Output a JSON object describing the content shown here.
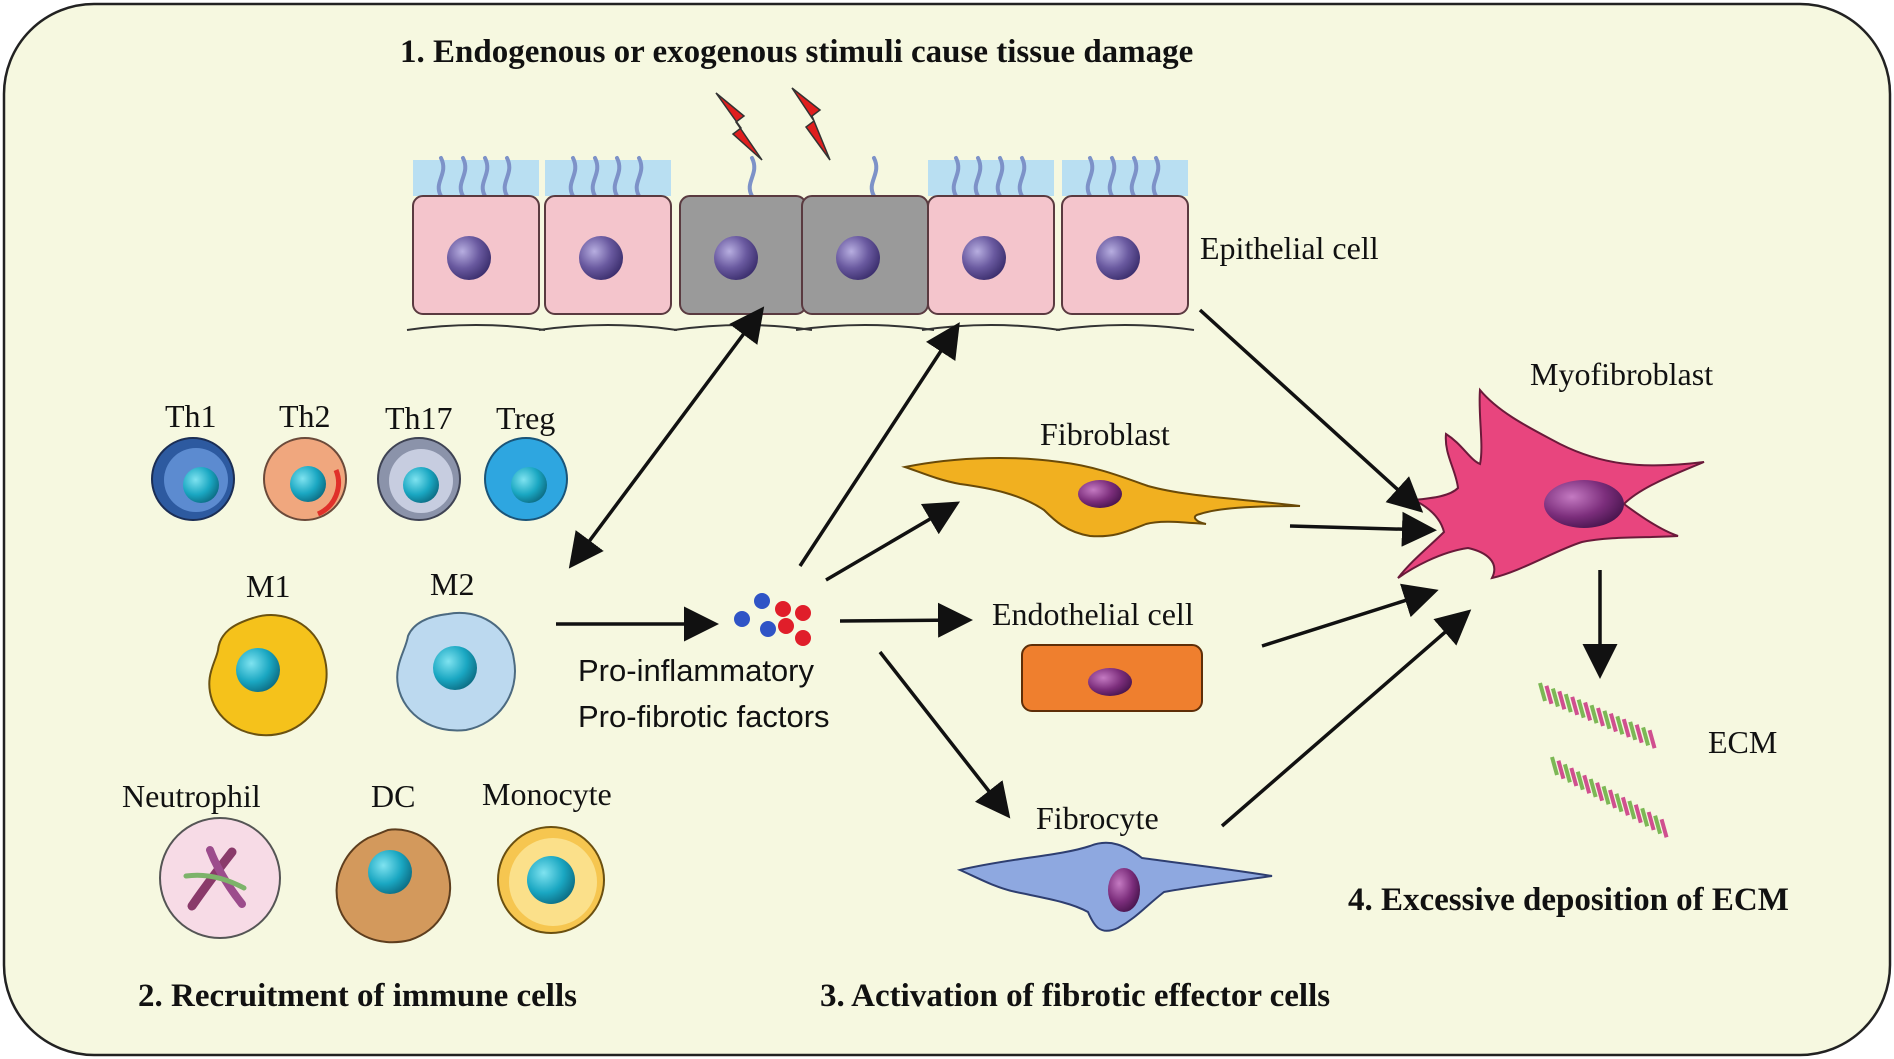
{
  "headings": {
    "step1": "1. Endogenous or exogenous stimuli cause tissue damage",
    "step2": "2. Recruitment of immune cells",
    "step3": "3. Activation of fibrotic effector cells",
    "step4": "4. Excessive deposition of ECM"
  },
  "labels": {
    "epithelial": "Epithelial cell",
    "th1": "Th1",
    "th2": "Th2",
    "th17": "Th17",
    "treg": "Treg",
    "m1": "M1",
    "m2": "M2",
    "neutrophil": "Neutrophil",
    "dc": "DC",
    "monocyte": "Monocyte",
    "fibroblast": "Fibroblast",
    "endothelial": "Endothelial cell",
    "fibrocyte": "Fibrocyte",
    "myofibroblast": "Myofibroblast",
    "ecm": "ECM",
    "factors_line1": "Pro-inflammatory",
    "factors_line2": "Pro-fibrotic factors"
  },
  "colors": {
    "background": "#f6f8e0",
    "border": "#222222",
    "epithelial_cell": "#f4c5cc",
    "damaged_cell": "#9a9a9a",
    "cilia_layer": "#b9dff2",
    "nucleus": "#6a5aa0",
    "lightning": "#e01e1e",
    "th1": "#3d6db2",
    "th2": "#f0a77e",
    "th17": "#a9b2c8",
    "treg": "#2ea6e0",
    "m1": "#f5c21b",
    "m2": "#bcd9ef",
    "neutrophil": "#f7dbe6",
    "dc": "#d3995c",
    "monocyte": "#f6c650",
    "fibroblast": "#f1b020",
    "endothelial": "#ef7f2e",
    "fibrocyte": "#8ea8e0",
    "myofibroblast": "#e8457e",
    "ecm_green": "#7cb855",
    "ecm_pink": "#d04f8f"
  }
}
